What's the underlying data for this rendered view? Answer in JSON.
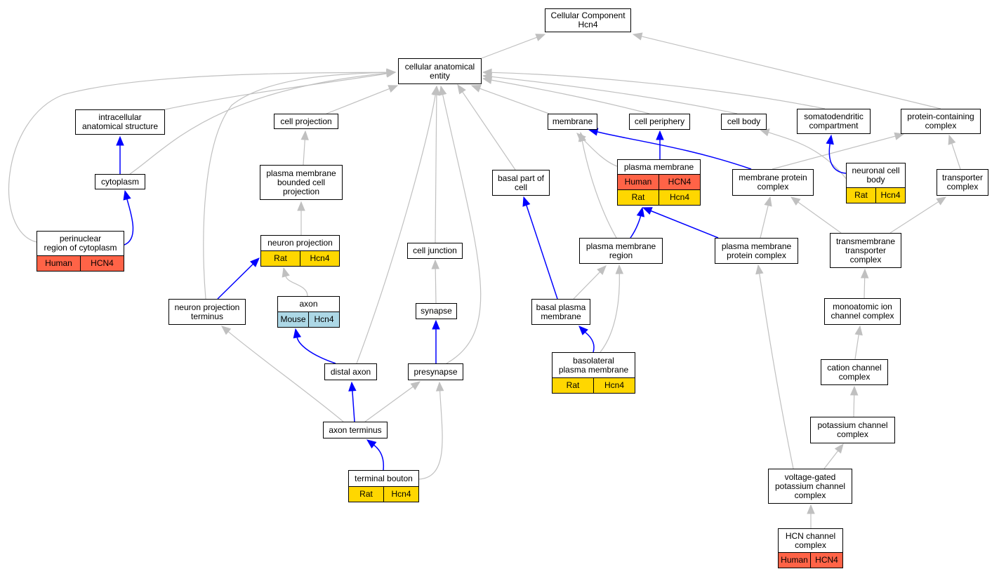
{
  "colors": {
    "is_a_edge": "#c0c0c0",
    "part_of_edge": "#0000ff",
    "Human": "#ff6347",
    "Rat": "#ffd700",
    "Mouse": "#add8e6"
  },
  "nodes": {
    "cc_root": {
      "label": "Cellular Component\nHcn4"
    },
    "cae": {
      "label": "cellular anatomical\nentity"
    },
    "ias": {
      "label": "intracellular\nanatomical structure"
    },
    "cytoplasm": {
      "label": "cytoplasm"
    },
    "perinuclear": {
      "label": "perinuclear\nregion of cytoplasm",
      "annotations": [
        [
          "Human",
          "HCN4"
        ]
      ]
    },
    "cell_projection": {
      "label": "cell projection"
    },
    "pmbcp": {
      "label": "plasma membrane\nbounded cell\nprojection"
    },
    "neuron_projection": {
      "label": "neuron projection",
      "annotations": [
        [
          "Rat",
          "Hcn4"
        ]
      ]
    },
    "npt": {
      "label": "neuron projection\nterminus"
    },
    "axon": {
      "label": "axon",
      "annotations": [
        [
          "Mouse",
          "Hcn4"
        ]
      ]
    },
    "distal_axon": {
      "label": "distal axon"
    },
    "axon_terminus": {
      "label": "axon terminus"
    },
    "terminal_bouton": {
      "label": "terminal bouton",
      "annotations": [
        [
          "Rat",
          "Hcn4"
        ]
      ]
    },
    "cell_junction": {
      "label": "cell junction"
    },
    "synapse": {
      "label": "synapse"
    },
    "presynapse": {
      "label": "presynapse"
    },
    "basal_part": {
      "label": "basal part of\ncell"
    },
    "membrane": {
      "label": "membrane"
    },
    "cell_periphery": {
      "label": "cell periphery"
    },
    "plasma_membrane": {
      "label": "plasma membrane",
      "annotations": [
        [
          "Human",
          "HCN4"
        ],
        [
          "Rat",
          "Hcn4"
        ]
      ]
    },
    "pm_region": {
      "label": "plasma membrane\nregion"
    },
    "basal_pm": {
      "label": "basal plasma\nmembrane"
    },
    "basolateral_pm": {
      "label": "basolateral\nplasma membrane",
      "annotations": [
        [
          "Rat",
          "Hcn4"
        ]
      ]
    },
    "cell_body": {
      "label": "cell body"
    },
    "somatodendritic": {
      "label": "somatodendritic\ncompartment"
    },
    "neuronal_cell_body": {
      "label": "neuronal cell\nbody",
      "annotations": [
        [
          "Rat",
          "Hcn4"
        ]
      ]
    },
    "membrane_protein_complex": {
      "label": "membrane protein\ncomplex"
    },
    "pm_protein_complex": {
      "label": "plasma membrane\nprotein complex"
    },
    "protein_containing": {
      "label": "protein-containing\ncomplex"
    },
    "transporter": {
      "label": "transporter\ncomplex"
    },
    "tm_transporter": {
      "label": "transmembrane\ntransporter\ncomplex"
    },
    "monoatomic": {
      "label": "monoatomic ion\nchannel complex"
    },
    "cation": {
      "label": "cation channel\ncomplex"
    },
    "potassium": {
      "label": "potassium channel\ncomplex"
    },
    "vg_potassium": {
      "label": "voltage-gated\npotassium channel\ncomplex"
    },
    "hcn": {
      "label": "HCN channel\ncomplex",
      "annotations": [
        [
          "Human",
          "HCN4"
        ]
      ]
    }
  },
  "edges": [
    {
      "from": "cae",
      "to": "cc_root",
      "type": "is_a"
    },
    {
      "from": "protein_containing",
      "to": "cc_root",
      "type": "is_a"
    },
    {
      "from": "ias",
      "to": "cae",
      "type": "is_a"
    },
    {
      "from": "cytoplasm",
      "to": "cae",
      "type": "is_a"
    },
    {
      "from": "perinuclear",
      "to": "cae",
      "type": "is_a"
    },
    {
      "from": "cell_projection",
      "to": "cae",
      "type": "is_a"
    },
    {
      "from": "npt",
      "to": "cae",
      "type": "is_a"
    },
    {
      "from": "distal_axon",
      "to": "cae",
      "type": "is_a"
    },
    {
      "from": "cell_junction",
      "to": "cae",
      "type": "is_a"
    },
    {
      "from": "presynapse",
      "to": "cae",
      "type": "is_a"
    },
    {
      "from": "basal_part",
      "to": "cae",
      "type": "is_a"
    },
    {
      "from": "membrane",
      "to": "cae",
      "type": "is_a"
    },
    {
      "from": "cell_periphery",
      "to": "cae",
      "type": "is_a"
    },
    {
      "from": "cell_body",
      "to": "cae",
      "type": "is_a"
    },
    {
      "from": "somatodendritic",
      "to": "cae",
      "type": "is_a"
    },
    {
      "from": "cytoplasm",
      "to": "ias",
      "type": "part_of"
    },
    {
      "from": "perinuclear",
      "to": "cytoplasm",
      "type": "part_of"
    },
    {
      "from": "pmbcp",
      "to": "cell_projection",
      "type": "is_a"
    },
    {
      "from": "neuron_projection",
      "to": "pmbcp",
      "type": "is_a"
    },
    {
      "from": "npt",
      "to": "neuron_projection",
      "type": "part_of"
    },
    {
      "from": "axon",
      "to": "neuron_projection",
      "type": "is_a"
    },
    {
      "from": "distal_axon",
      "to": "axon",
      "type": "part_of"
    },
    {
      "from": "axon_terminus",
      "to": "npt",
      "type": "is_a"
    },
    {
      "from": "axon_terminus",
      "to": "distal_axon",
      "type": "part_of"
    },
    {
      "from": "axon_terminus",
      "to": "presynapse",
      "type": "is_a"
    },
    {
      "from": "terminal_bouton",
      "to": "axon_terminus",
      "type": "part_of"
    },
    {
      "from": "terminal_bouton",
      "to": "presynapse",
      "type": "is_a"
    },
    {
      "from": "synapse",
      "to": "cell_junction",
      "type": "is_a"
    },
    {
      "from": "presynapse",
      "to": "synapse",
      "type": "part_of"
    },
    {
      "from": "basal_pm",
      "to": "basal_part",
      "type": "part_of"
    },
    {
      "from": "plasma_membrane",
      "to": "membrane",
      "type": "is_a"
    },
    {
      "from": "plasma_membrane",
      "to": "cell_periphery",
      "type": "part_of"
    },
    {
      "from": "pm_region",
      "to": "membrane",
      "type": "is_a"
    },
    {
      "from": "pm_region",
      "to": "plasma_membrane",
      "type": "part_of"
    },
    {
      "from": "basal_pm",
      "to": "pm_region",
      "type": "is_a"
    },
    {
      "from": "basolateral_pm",
      "to": "basal_pm",
      "type": "part_of"
    },
    {
      "from": "basolateral_pm",
      "to": "pm_region",
      "type": "is_a"
    },
    {
      "from": "membrane_protein_complex",
      "to": "membrane",
      "type": "part_of"
    },
    {
      "from": "membrane_protein_complex",
      "to": "protein_containing",
      "type": "is_a"
    },
    {
      "from": "pm_protein_complex",
      "to": "membrane_protein_complex",
      "type": "is_a"
    },
    {
      "from": "pm_protein_complex",
      "to": "plasma_membrane",
      "type": "part_of"
    },
    {
      "from": "neuronal_cell_body",
      "to": "cell_body",
      "type": "is_a"
    },
    {
      "from": "neuronal_cell_body",
      "to": "somatodendritic",
      "type": "part_of"
    },
    {
      "from": "transporter",
      "to": "protein_containing",
      "type": "is_a"
    },
    {
      "from": "tm_transporter",
      "to": "transporter",
      "type": "is_a"
    },
    {
      "from": "tm_transporter",
      "to": "membrane_protein_complex",
      "type": "is_a"
    },
    {
      "from": "monoatomic",
      "to": "tm_transporter",
      "type": "is_a"
    },
    {
      "from": "cation",
      "to": "monoatomic",
      "type": "is_a"
    },
    {
      "from": "potassium",
      "to": "cation",
      "type": "is_a"
    },
    {
      "from": "vg_potassium",
      "to": "potassium",
      "type": "is_a"
    },
    {
      "from": "vg_potassium",
      "to": "pm_protein_complex",
      "type": "is_a"
    },
    {
      "from": "hcn",
      "to": "vg_potassium",
      "type": "is_a"
    }
  ]
}
